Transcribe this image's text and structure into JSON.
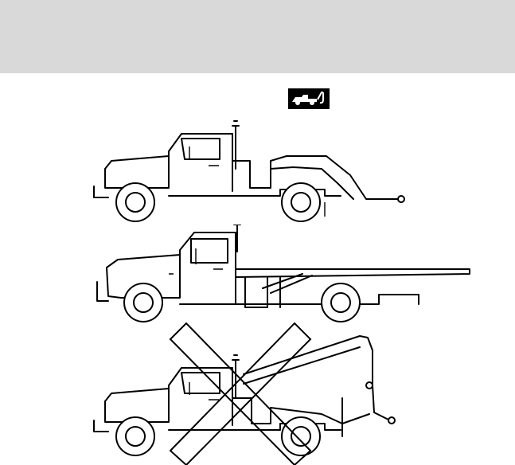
{
  "page": {
    "band_color": "#d9d9d9",
    "ink_color": "#000000",
    "background": "#ffffff"
  },
  "header": {
    "icon": "tow-truck-icon"
  },
  "figures": [
    {
      "name": "wheel-lift-tow-truck",
      "status": "acceptable"
    },
    {
      "name": "flatbed-tow-truck",
      "status": "acceptable"
    },
    {
      "name": "sling-tow-truck",
      "status": "not-recommended",
      "mark": "x-cross-icon"
    }
  ]
}
